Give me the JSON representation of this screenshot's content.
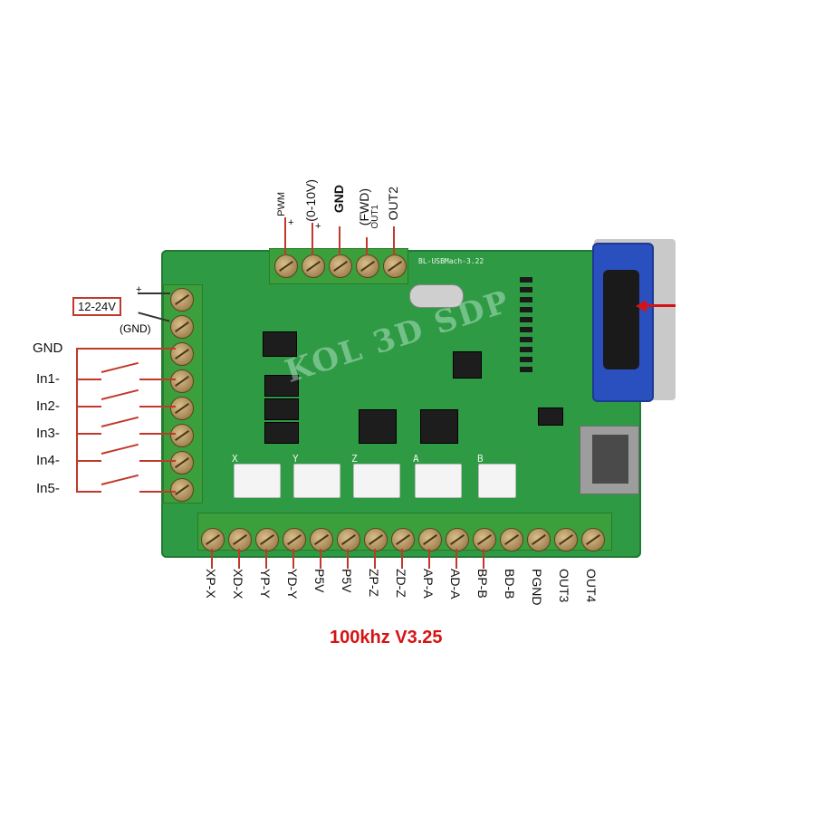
{
  "board": {
    "model": "BL-USBMach-3.22",
    "watermark": "KOL 3D SDP"
  },
  "top_labels": [
    "PWM",
    "(0-10V)",
    "GND",
    "(FWD)",
    "OUT2"
  ],
  "top_sub_labels": [
    "+",
    "+",
    "",
    "OUT1",
    ""
  ],
  "power_label": "12-24V",
  "gnd_label": "(GND)",
  "plus_sign": "+",
  "left_labels": [
    "GND",
    "In1-",
    "In2-",
    "In3-",
    "In4-",
    "In5-"
  ],
  "bottom_labels": [
    "XP-X",
    "XD-X",
    "YP-Y",
    "YD-Y",
    "P5V",
    "P5V",
    "ZP-Z",
    "ZD-Z",
    "AP-A",
    "AD-A",
    "BP-B",
    "BD-B",
    "PGND",
    "OUT3",
    "OUT4"
  ],
  "connector_headers": [
    "X",
    "Y",
    "Z",
    "A",
    "B"
  ],
  "caption": "100khz V3.25",
  "colors": {
    "pcb": "#2f9a44",
    "terminal": "#3b9f3b",
    "wire": "#c0392b",
    "caption": "#d41414",
    "vga": "#2a4fbf"
  }
}
